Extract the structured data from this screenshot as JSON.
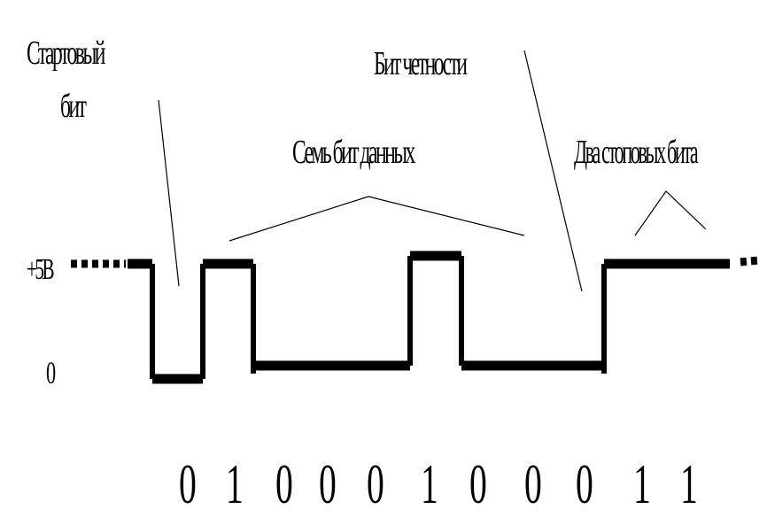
{
  "labels": {
    "start_bit_line1": "Стартовый",
    "start_bit_line2": "бит",
    "parity_bit": "Бит четности",
    "data_bits": "Семь бит данных",
    "stop_bits": "Два стоповых бита",
    "level_high": "+5В",
    "level_low": "0"
  },
  "bits": [
    "0",
    "1",
    "0",
    "0",
    "0",
    "1",
    "0",
    "0",
    "0",
    "1",
    "1"
  ],
  "colors": {
    "signal": "#000000",
    "leader": "#000000",
    "background": "#ffffff"
  }
}
